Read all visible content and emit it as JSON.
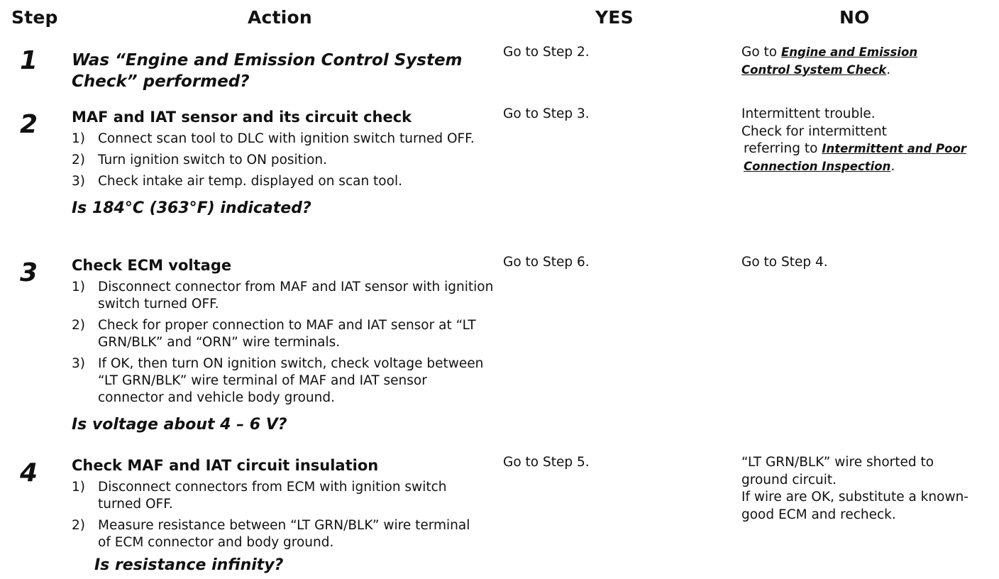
{
  "headers": {
    "step": "Step",
    "action": "Action",
    "yes": "YES",
    "no": "NO"
  },
  "steps": [
    {
      "number": "1",
      "title": "Was “Engine and Emission Control System Check” performed?",
      "yes": "Go to Step 2.",
      "no": {
        "prefix": "Go to ",
        "link": "Engine and Emission Control System Check",
        "suffix": "."
      }
    },
    {
      "number": "2",
      "title": "MAF and IAT sensor and its circuit check",
      "substeps": [
        {
          "marker": "1)",
          "text": "Connect scan tool to DLC with ignition switch turned OFF."
        },
        {
          "marker": "2)",
          "text": "Turn ignition switch to ON position."
        },
        {
          "marker": "3)",
          "text": "Check intake air temp. displayed on scan tool."
        }
      ],
      "question": "Is 184°C (363°F) indicated?",
      "yes": "Go to Step 3.",
      "no": {
        "line1": "Intermittent trouble.",
        "line2": "Check for intermittent",
        "prefix": "referring to ",
        "link": "Intermittent and Poor Connection Inspection",
        "suffix": "."
      }
    },
    {
      "number": "3",
      "title": "Check ECM voltage",
      "substeps": [
        {
          "marker": "1)",
          "text": "Disconnect connector from MAF and IAT sensor with ignition switch turned OFF."
        },
        {
          "marker": "2)",
          "text": "Check for proper connection to MAF and IAT sensor at “LT GRN/BLK” and “ORN” wire terminals."
        },
        {
          "marker": "3)",
          "text": "If OK, then turn ON ignition switch, check voltage between “LT GRN/BLK” wire terminal of MAF and IAT sensor connector and vehicle body ground."
        }
      ],
      "question": "Is voltage about 4 – 6 V?",
      "yes": "Go to Step 6.",
      "no": "Go to Step 4."
    },
    {
      "number": "4",
      "title": "Check MAF and IAT circuit insulation",
      "substeps": [
        {
          "marker": "1)",
          "text": "Disconnect connectors from ECM with ignition switch turned OFF."
        },
        {
          "marker": "2)",
          "text": "Measure resistance between “LT GRN/BLK” wire terminal of ECM connector and body ground."
        }
      ],
      "question": "Is resistance infinity?",
      "yes": "Go to Step 5.",
      "no": {
        "line1": "“LT GRN/BLK” wire shorted to ground circuit.",
        "line2": "If wire are OK, substitute a known-good ECM and recheck."
      }
    }
  ]
}
